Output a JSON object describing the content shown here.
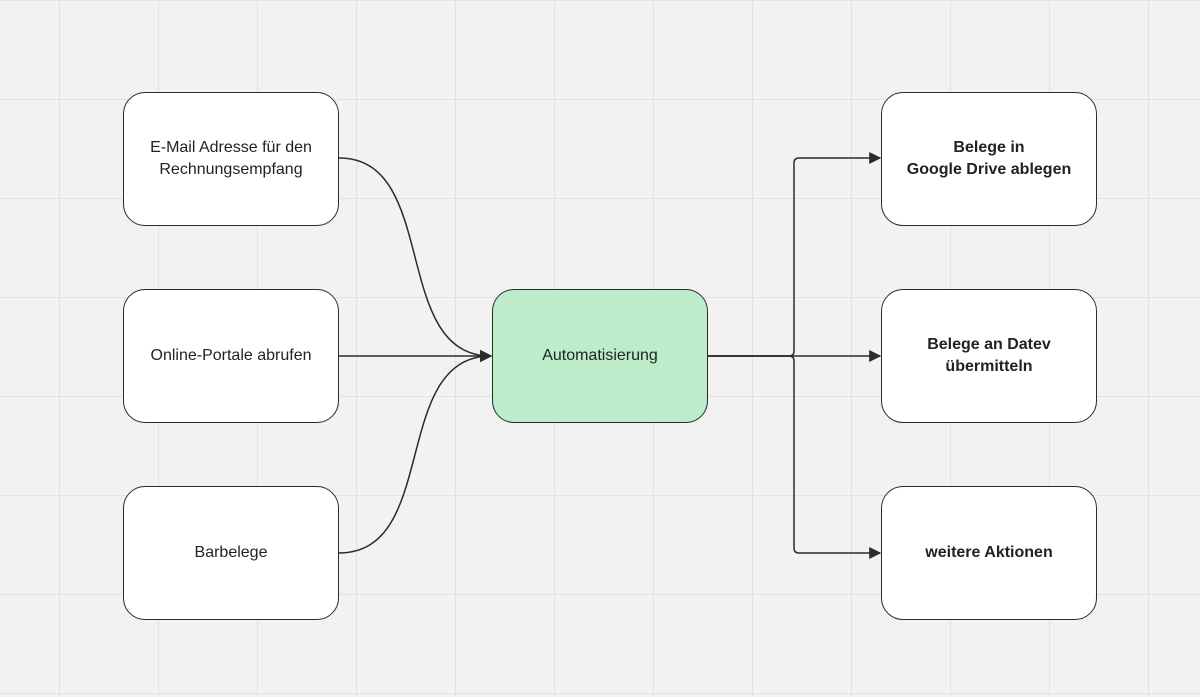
{
  "canvas": {
    "background": "#f2f2f2",
    "grid_color": "#e2e2e2"
  },
  "colors": {
    "node_fill": "#ffffff",
    "hub_fill": "#bdeccb",
    "stroke": "#2b2b2b"
  },
  "inputs": [
    {
      "label": "E-Mail Adresse für den\nRechnungsempfang"
    },
    {
      "label": "Online-Portale abrufen"
    },
    {
      "label": "Barbelege"
    }
  ],
  "hub": {
    "label": "Automatisierung"
  },
  "outputs": [
    {
      "label": "Belege in\nGoogle Drive ablegen"
    },
    {
      "label": "Belege an Datev\nübermitteln"
    },
    {
      "label": "weitere Aktionen"
    }
  ]
}
